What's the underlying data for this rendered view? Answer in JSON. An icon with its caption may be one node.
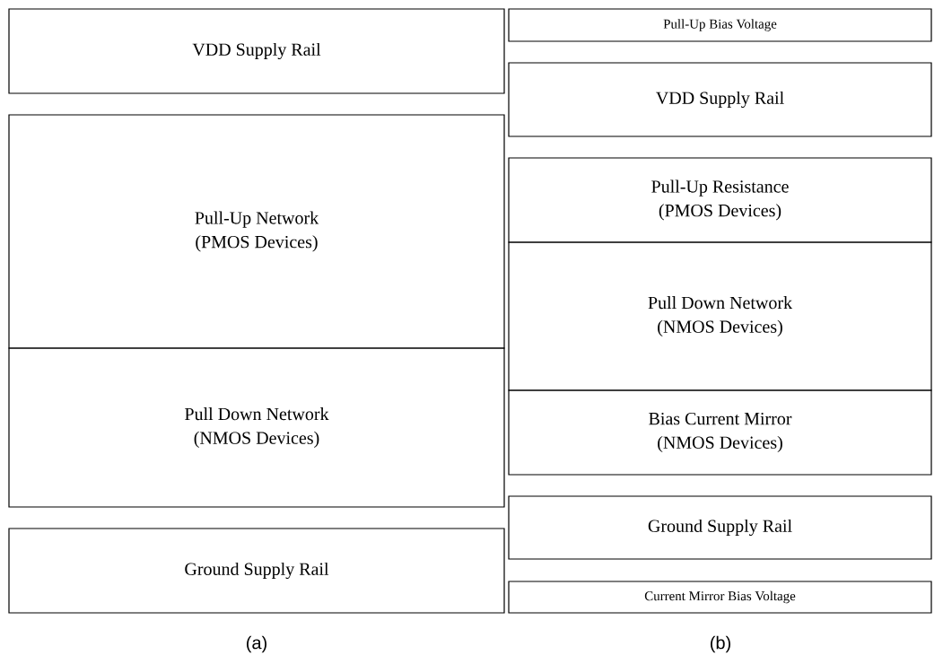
{
  "diagram": {
    "nodes": [
      {
        "text": [
          "VDD Supply Rail"
        ]
      },
      {
        "text": [
          "Pull-Up Network",
          "(PMOS Devices)"
        ]
      },
      {
        "text": [
          "Pull Down Network",
          "(NMOS Devices)"
        ]
      },
      {
        "text": [
          "Ground Supply Rail"
        ]
      },
      {
        "text": [
          "Pull-Up Bias Voltage"
        ]
      },
      {
        "text": [
          "VDD Supply Rail"
        ]
      },
      {
        "text": [
          "Pull-Up Resistance",
          "(PMOS Devices)"
        ]
      },
      {
        "text": [
          "Pull Down Network",
          "(NMOS Devices)"
        ]
      },
      {
        "text": [
          "Bias Current Mirror",
          "(NMOS Devices)"
        ]
      },
      {
        "text": [
          "Ground Supply Rail"
        ]
      },
      {
        "text": [
          "Current Mirror Bias Voltage"
        ]
      }
    ],
    "labels": [
      "(a)",
      "(b)"
    ]
  }
}
